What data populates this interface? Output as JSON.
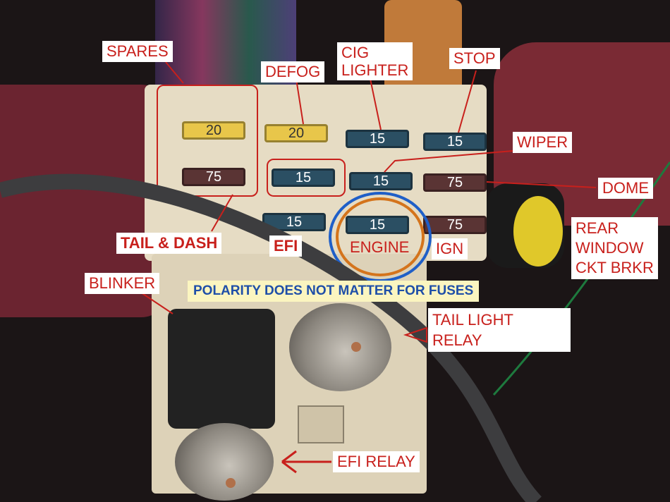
{
  "labels": {
    "spares": "SPARES",
    "defog": "DEFOG",
    "cig_lighter": "CIG\nLIGHTER",
    "stop": "STOP",
    "wiper": "WIPER",
    "dome": "DOME",
    "rear_window": "REAR\nWINDOW\nCKT BRKR",
    "tail_dash": "TAIL & DASH",
    "efi": "EFI",
    "engine": "ENGINE",
    "ign": "IGN",
    "blinker": "BLINKER",
    "polarity": "POLARITY DOES NOT MATTER FOR FUSES",
    "tail_light_relay": "TAIL LIGHT\nRELAY",
    "efi_relay": "EFI RELAY"
  },
  "fuses": {
    "spare_1": "20",
    "spare_2": "75",
    "defog": "20",
    "cig_lighter": "15",
    "stop": "15",
    "tail_dash": "15",
    "wiper": "15",
    "dome": "75",
    "efi": "15",
    "engine": "15",
    "ign": "75"
  },
  "colors": {
    "label_text": "#c8201c",
    "banner_text": "#1f4fa8",
    "banner_bg": "#fbf5c0"
  }
}
